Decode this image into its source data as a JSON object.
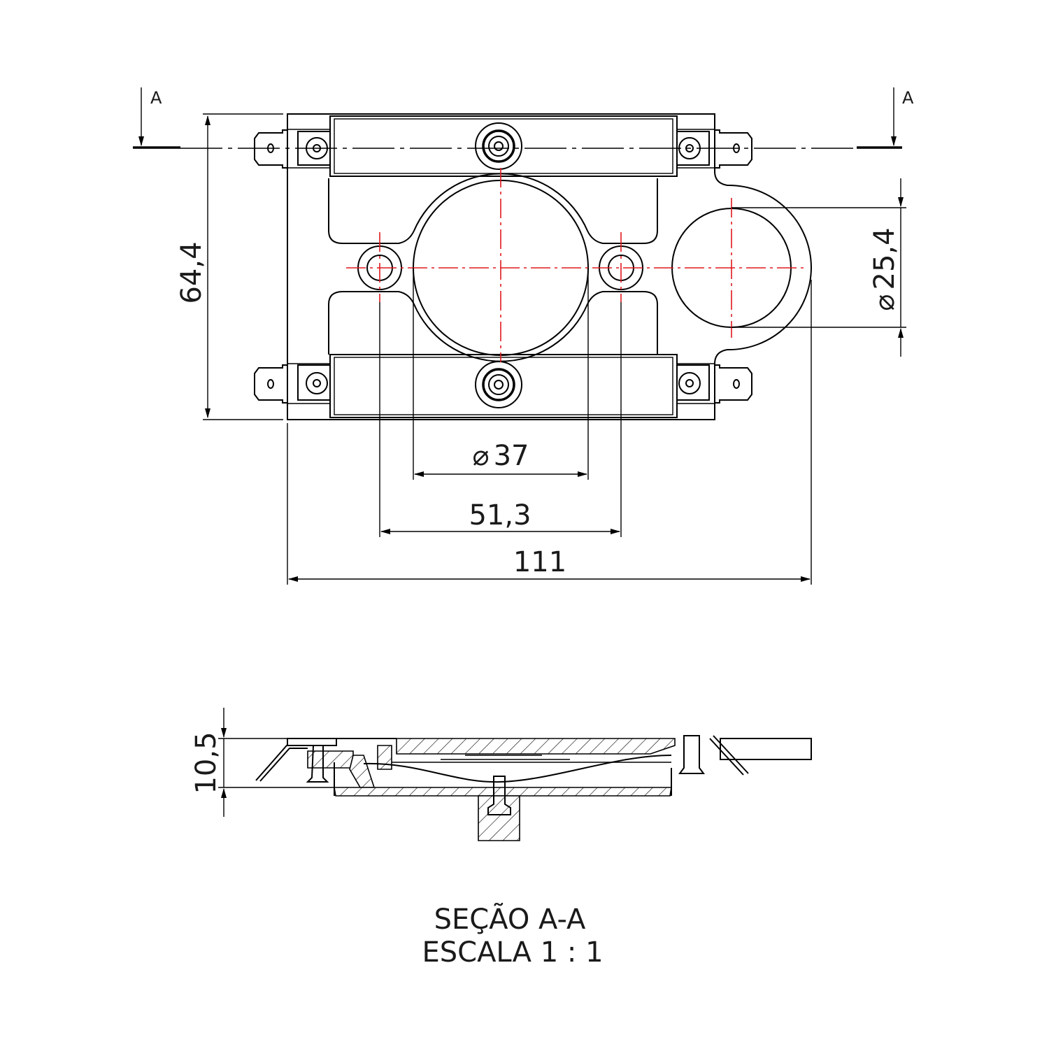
{
  "section_marks": {
    "left": "A",
    "right": "A"
  },
  "dimensions": {
    "height": "64,4",
    "hole_small_diameter_symbol": "⌀",
    "hole_small_diameter": "25,4",
    "hole_large_diameter_symbol": "⌀",
    "hole_large_diameter": "37",
    "hole_spacing": "51,3",
    "overall_width": "111",
    "section_thickness": "10,5"
  },
  "caption": {
    "line1": "SEÇÃO A-A",
    "line2": "ESCALA 1 : 1"
  },
  "colors": {
    "outline": "#000000",
    "centerline": "#e0191e"
  }
}
